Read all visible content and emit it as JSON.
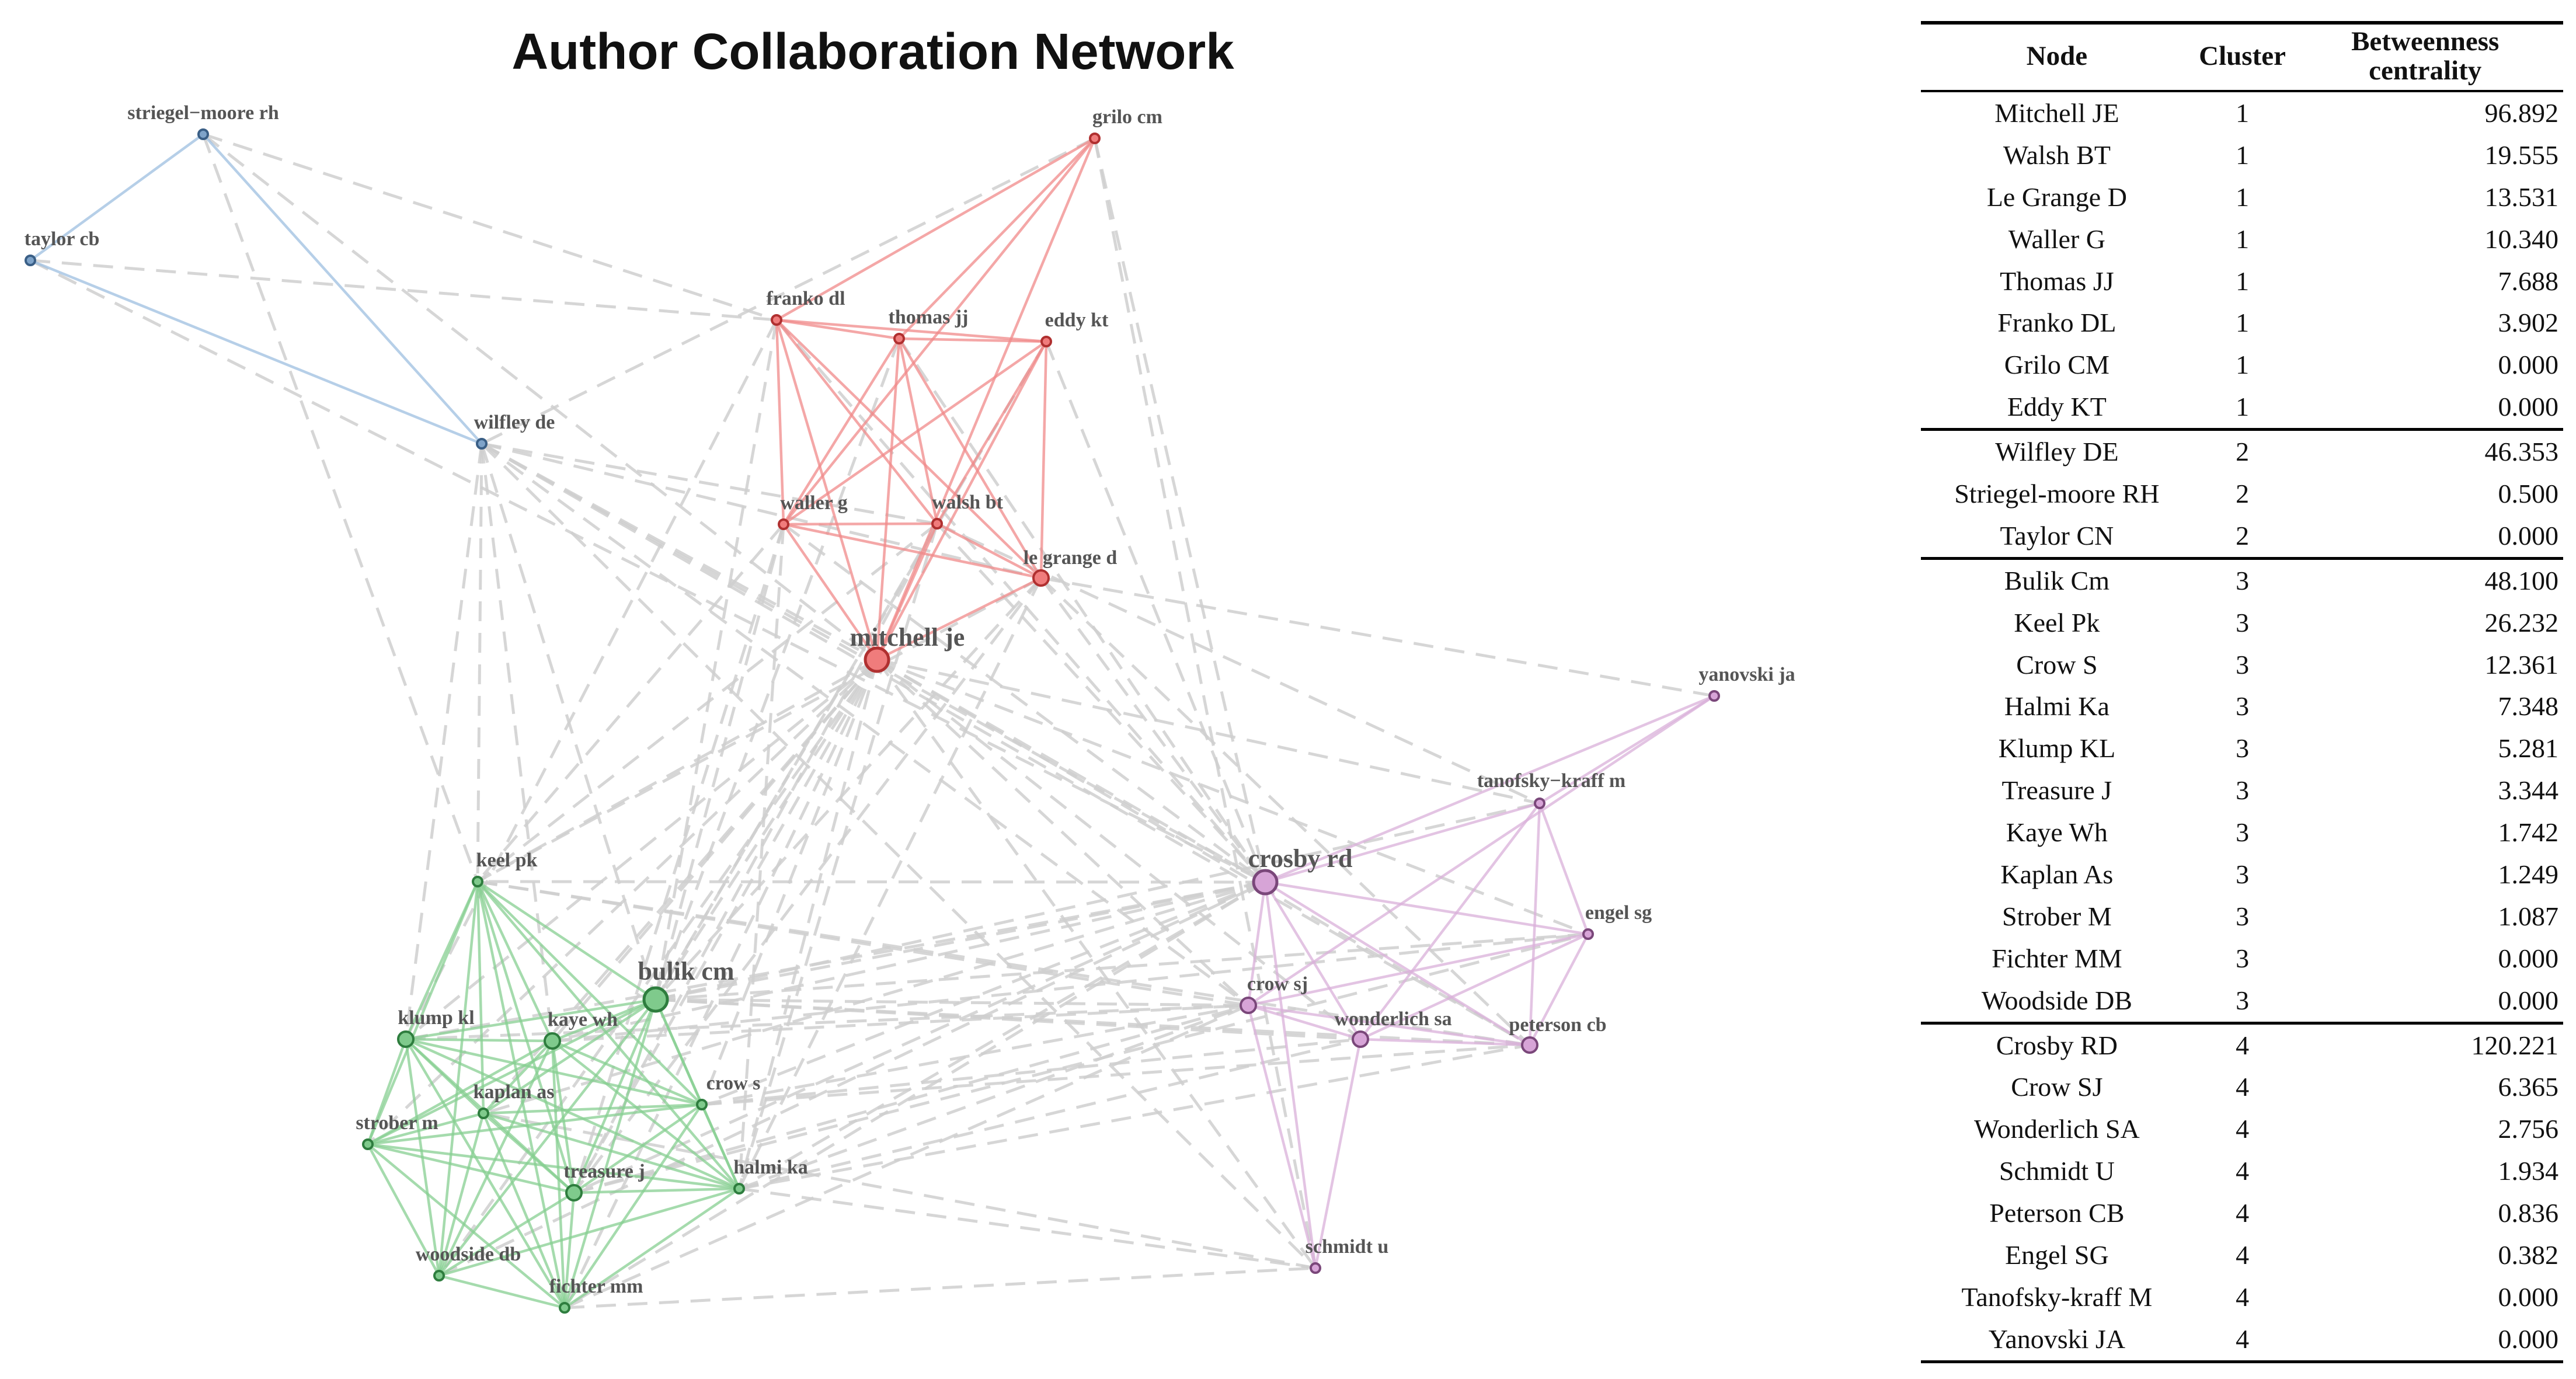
{
  "title": "Author Collaboration Network",
  "cluster_colors": {
    "1": {
      "node": "#f07c7c",
      "edge": "#f08a8a",
      "stroke": "#b03030"
    },
    "2": {
      "node": "#7ea3c9",
      "edge": "#9dbfe0",
      "stroke": "#3a5f86"
    },
    "3": {
      "node": "#7fca8c",
      "edge": "#87cf92",
      "stroke": "#2e7d3e"
    },
    "4": {
      "node": "#d7a4d7",
      "edge": "#d9b0d9",
      "stroke": "#7a477a"
    }
  },
  "nodes": [
    {
      "id": "striegel-moore rh",
      "label": "striegel−moore rh",
      "cluster": 2,
      "size": "small"
    },
    {
      "id": "taylor cb",
      "label": "taylor cb",
      "cluster": 2,
      "size": "small"
    },
    {
      "id": "wilfley de",
      "label": "wilfley de",
      "cluster": 2,
      "size": "small"
    },
    {
      "id": "grilo cm",
      "label": "grilo cm",
      "cluster": 1,
      "size": "small"
    },
    {
      "id": "franko dl",
      "label": "franko dl",
      "cluster": 1,
      "size": "small"
    },
    {
      "id": "thomas jj",
      "label": "thomas jj",
      "cluster": 1,
      "size": "small"
    },
    {
      "id": "eddy kt",
      "label": "eddy kt",
      "cluster": 1,
      "size": "small"
    },
    {
      "id": "waller g",
      "label": "waller g",
      "cluster": 1,
      "size": "small"
    },
    {
      "id": "walsh bt",
      "label": "walsh bt",
      "cluster": 1,
      "size": "small"
    },
    {
      "id": "le grange d",
      "label": "le grange d",
      "cluster": 1,
      "size": "medium"
    },
    {
      "id": "mitchell je",
      "label": "mitchell je",
      "cluster": 1,
      "size": "large"
    },
    {
      "id": "yanovski ja",
      "label": "yanovski ja",
      "cluster": 4,
      "size": "small"
    },
    {
      "id": "tanofsky-kraff m",
      "label": "tanofsky−kraff m",
      "cluster": 4,
      "size": "small"
    },
    {
      "id": "crosby rd",
      "label": "crosby rd",
      "cluster": 4,
      "size": "large"
    },
    {
      "id": "engel sg",
      "label": "engel sg",
      "cluster": 4,
      "size": "small"
    },
    {
      "id": "crow sj",
      "label": "crow sj",
      "cluster": 4,
      "size": "medium"
    },
    {
      "id": "wonderlich sa",
      "label": "wonderlich sa",
      "cluster": 4,
      "size": "medium"
    },
    {
      "id": "peterson cb",
      "label": "peterson cb",
      "cluster": 4,
      "size": "medium"
    },
    {
      "id": "schmidt u",
      "label": "schmidt u",
      "cluster": 4,
      "size": "small"
    },
    {
      "id": "keel pk",
      "label": "keel pk",
      "cluster": 3,
      "size": "small"
    },
    {
      "id": "bulik cm",
      "label": "bulik cm",
      "cluster": 3,
      "size": "large"
    },
    {
      "id": "klump kl",
      "label": "klump kl",
      "cluster": 3,
      "size": "medium"
    },
    {
      "id": "kaye wh",
      "label": "kaye wh",
      "cluster": 3,
      "size": "medium"
    },
    {
      "id": "kaplan as",
      "label": "kaplan as",
      "cluster": 3,
      "size": "small"
    },
    {
      "id": "crow s",
      "label": "crow s",
      "cluster": 3,
      "size": "small"
    },
    {
      "id": "strober m",
      "label": "strober m",
      "cluster": 3,
      "size": "small"
    },
    {
      "id": "treasure j",
      "label": "treasure j",
      "cluster": 3,
      "size": "medium"
    },
    {
      "id": "halmi ka",
      "label": "halmi ka",
      "cluster": 3,
      "size": "small"
    },
    {
      "id": "woodside db",
      "label": "woodside db",
      "cluster": 3,
      "size": "small"
    },
    {
      "id": "fichter mm",
      "label": "fichter mm",
      "cluster": 3,
      "size": "small"
    }
  ],
  "edges": [
    [
      "striegel-moore rh",
      "taylor cb"
    ],
    [
      "striegel-moore rh",
      "wilfley de"
    ],
    [
      "taylor cb",
      "wilfley de"
    ],
    [
      "mitchell je",
      "franko dl"
    ],
    [
      "mitchell je",
      "thomas jj"
    ],
    [
      "mitchell je",
      "eddy kt"
    ],
    [
      "mitchell je",
      "waller g"
    ],
    [
      "mitchell je",
      "walsh bt"
    ],
    [
      "mitchell je",
      "le grange d"
    ],
    [
      "franko dl",
      "thomas jj"
    ],
    [
      "franko dl",
      "eddy kt"
    ],
    [
      "franko dl",
      "waller g"
    ],
    [
      "franko dl",
      "walsh bt"
    ],
    [
      "franko dl",
      "le grange d"
    ],
    [
      "thomas jj",
      "eddy kt"
    ],
    [
      "thomas jj",
      "waller g"
    ],
    [
      "thomas jj",
      "walsh bt"
    ],
    [
      "thomas jj",
      "le grange d"
    ],
    [
      "eddy kt",
      "waller g"
    ],
    [
      "eddy kt",
      "walsh bt"
    ],
    [
      "eddy kt",
      "le grange d"
    ],
    [
      "waller g",
      "walsh bt"
    ],
    [
      "waller g",
      "le grange d"
    ],
    [
      "walsh bt",
      "le grange d"
    ],
    [
      "grilo cm",
      "waller g"
    ],
    [
      "grilo cm",
      "thomas jj"
    ],
    [
      "crosby rd",
      "tanofsky-kraff m"
    ],
    [
      "crosby rd",
      "yanovski ja"
    ],
    [
      "crosby rd",
      "engel sg"
    ],
    [
      "crosby rd",
      "crow sj"
    ],
    [
      "crosby rd",
      "wonderlich sa"
    ],
    [
      "crosby rd",
      "peterson cb"
    ],
    [
      "crosby rd",
      "schmidt u"
    ],
    [
      "tanofsky-kraff m",
      "yanovski ja"
    ],
    [
      "tanofsky-kraff m",
      "engel sg"
    ],
    [
      "tanofsky-kraff m",
      "wonderlich sa"
    ],
    [
      "tanofsky-kraff m",
      "peterson cb"
    ],
    [
      "engel sg",
      "crow sj"
    ],
    [
      "engel sg",
      "wonderlich sa"
    ],
    [
      "engel sg",
      "peterson cb"
    ],
    [
      "crow sj",
      "wonderlich sa"
    ],
    [
      "crow sj",
      "peterson cb"
    ],
    [
      "wonderlich sa",
      "peterson cb"
    ],
    [
      "wonderlich sa",
      "schmidt u"
    ],
    [
      "crow sj",
      "schmidt u"
    ],
    [
      "keel pk",
      "bulik cm"
    ],
    [
      "keel pk",
      "klump kl"
    ],
    [
      "keel pk",
      "kaye wh"
    ],
    [
      "keel pk",
      "kaplan as"
    ],
    [
      "keel pk",
      "crow s"
    ],
    [
      "keel pk",
      "strober m"
    ],
    [
      "keel pk",
      "treasure j"
    ],
    [
      "keel pk",
      "halmi ka"
    ],
    [
      "keel pk",
      "woodside db"
    ],
    [
      "keel pk",
      "fichter mm"
    ],
    [
      "bulik cm",
      "klump kl"
    ],
    [
      "bulik cm",
      "kaye wh"
    ],
    [
      "bulik cm",
      "kaplan as"
    ],
    [
      "bulik cm",
      "crow s"
    ],
    [
      "bulik cm",
      "strober m"
    ],
    [
      "bulik cm",
      "treasure j"
    ],
    [
      "bulik cm",
      "halmi ka"
    ],
    [
      "bulik cm",
      "woodside db"
    ],
    [
      "bulik cm",
      "fichter mm"
    ],
    [
      "klump kl",
      "kaye wh"
    ],
    [
      "klump kl",
      "kaplan as"
    ],
    [
      "klump kl",
      "crow s"
    ],
    [
      "klump kl",
      "strober m"
    ],
    [
      "klump kl",
      "treasure j"
    ],
    [
      "klump kl",
      "halmi ka"
    ],
    [
      "klump kl",
      "woodside db"
    ],
    [
      "klump kl",
      "fichter mm"
    ],
    [
      "kaye wh",
      "kaplan as"
    ],
    [
      "kaye wh",
      "crow s"
    ],
    [
      "kaye wh",
      "strober m"
    ],
    [
      "kaye wh",
      "treasure j"
    ],
    [
      "kaye wh",
      "halmi ka"
    ],
    [
      "kaye wh",
      "woodside db"
    ],
    [
      "kaye wh",
      "fichter mm"
    ],
    [
      "kaplan as",
      "crow s"
    ],
    [
      "kaplan as",
      "strober m"
    ],
    [
      "kaplan as",
      "treasure j"
    ],
    [
      "kaplan as",
      "halmi ka"
    ],
    [
      "kaplan as",
      "woodside db"
    ],
    [
      "kaplan as",
      "fichter mm"
    ],
    [
      "crow s",
      "treasure j"
    ],
    [
      "crow s",
      "halmi ka"
    ],
    [
      "crow s",
      "fichter mm"
    ],
    [
      "crow s",
      "strober m"
    ],
    [
      "strober m",
      "treasure j"
    ],
    [
      "strober m",
      "woodside db"
    ],
    [
      "strober m",
      "fichter mm"
    ],
    [
      "strober m",
      "halmi ka"
    ],
    [
      "treasure j",
      "halmi ka"
    ],
    [
      "treasure j",
      "woodside db"
    ],
    [
      "treasure j",
      "fichter mm"
    ],
    [
      "halmi ka",
      "fichter mm"
    ],
    [
      "halmi ka",
      "woodside db"
    ],
    [
      "woodside db",
      "fichter mm"
    ],
    [
      "striegel-moore rh",
      "mitchell je"
    ],
    [
      "striegel-moore rh",
      "keel pk"
    ],
    [
      "striegel-moore rh",
      "franko dl"
    ],
    [
      "taylor cb",
      "crosby rd"
    ],
    [
      "taylor cb",
      "franko dl"
    ],
    [
      "wilfley de",
      "mitchell je"
    ],
    [
      "wilfley de",
      "le grange d"
    ],
    [
      "wilfley de",
      "walsh bt"
    ],
    [
      "wilfley de",
      "keel pk"
    ],
    [
      "wilfley de",
      "bulik cm"
    ],
    [
      "wilfley de",
      "crosby rd"
    ],
    [
      "wilfley de",
      "crow sj"
    ],
    [
      "wilfley de",
      "peterson cb"
    ],
    [
      "wilfley de",
      "schmidt u"
    ],
    [
      "wilfley de",
      "klump kl"
    ],
    [
      "wilfley de",
      "kaye wh"
    ],
    [
      "grilo cm",
      "franko dl"
    ],
    [
      "grilo cm",
      "mitchell je"
    ],
    [
      "grilo cm",
      "crosby rd"
    ],
    [
      "grilo cm",
      "wilfley de"
    ],
    [
      "grilo cm",
      "schmidt u"
    ],
    [
      "mitchell je",
      "crosby rd"
    ],
    [
      "mitchell je",
      "wonderlich sa"
    ],
    [
      "mitchell je",
      "peterson cb"
    ],
    [
      "mitchell je",
      "crow sj"
    ],
    [
      "mitchell je",
      "engel sg"
    ],
    [
      "mitchell je",
      "tanofsky-kraff m"
    ],
    [
      "mitchell je",
      "bulik cm"
    ],
    [
      "mitchell je",
      "keel pk"
    ],
    [
      "mitchell je",
      "klump kl"
    ],
    [
      "mitchell je",
      "kaye wh"
    ],
    [
      "mitchell je",
      "treasure j"
    ],
    [
      "mitchell je",
      "halmi ka"
    ],
    [
      "mitchell je",
      "crow s"
    ],
    [
      "mitchell je",
      "kaplan as"
    ],
    [
      "mitchell je",
      "strober m"
    ],
    [
      "mitchell je",
      "woodside db"
    ],
    [
      "mitchell je",
      "fichter mm"
    ],
    [
      "mitchell je",
      "schmidt u"
    ],
    [
      "le grange d",
      "yanovski ja"
    ],
    [
      "le grange d",
      "crosby rd"
    ],
    [
      "le grange d",
      "peterson cb"
    ],
    [
      "le grange d",
      "bulik cm"
    ],
    [
      "le grange d",
      "keel pk"
    ],
    [
      "le grange d",
      "halmi ka"
    ],
    [
      "le grange d",
      "treasure j"
    ],
    [
      "walsh bt",
      "crosby rd"
    ],
    [
      "walsh bt",
      "bulik cm"
    ],
    [
      "walsh bt",
      "halmi ka"
    ],
    [
      "walsh bt",
      "treasure j"
    ],
    [
      "walsh bt",
      "keel pk"
    ],
    [
      "walsh bt",
      "tanofsky-kraff m"
    ],
    [
      "waller g",
      "bulik cm"
    ],
    [
      "waller g",
      "crosby rd"
    ],
    [
      "waller g",
      "treasure j"
    ],
    [
      "waller g",
      "halmi ka"
    ],
    [
      "waller g",
      "keel pk"
    ],
    [
      "franko dl",
      "bulik cm"
    ],
    [
      "franko dl",
      "crosby rd"
    ],
    [
      "franko dl",
      "klump kl"
    ],
    [
      "thomas jj",
      "bulik cm"
    ],
    [
      "thomas jj",
      "crosby rd"
    ],
    [
      "eddy kt",
      "crosby rd"
    ],
    [
      "eddy kt",
      "bulik cm"
    ],
    [
      "bulik cm",
      "crosby rd"
    ],
    [
      "bulik cm",
      "crow sj"
    ],
    [
      "bulik cm",
      "wonderlich sa"
    ],
    [
      "bulik cm",
      "peterson cb"
    ],
    [
      "bulik cm",
      "engel sg"
    ],
    [
      "bulik cm",
      "tanofsky-kraff m"
    ],
    [
      "crosby rd",
      "keel pk"
    ],
    [
      "crosby rd",
      "klump kl"
    ],
    [
      "crosby rd",
      "kaye wh"
    ],
    [
      "crosby rd",
      "treasure j"
    ],
    [
      "crosby rd",
      "halmi ka"
    ],
    [
      "crosby rd",
      "crow s"
    ],
    [
      "crosby rd",
      "kaplan as"
    ],
    [
      "crosby rd",
      "fichter mm"
    ],
    [
      "halmi ka",
      "crow sj"
    ],
    [
      "halmi ka",
      "peterson cb"
    ],
    [
      "halmi ka",
      "wonderlich sa"
    ],
    [
      "halmi ka",
      "schmidt u"
    ],
    [
      "treasure j",
      "crow sj"
    ],
    [
      "treasure j",
      "engel sg"
    ],
    [
      "crow s",
      "crow sj"
    ],
    [
      "crow s",
      "wonderlich sa"
    ],
    [
      "crow s",
      "peterson cb"
    ],
    [
      "kaye wh",
      "crow sj"
    ],
    [
      "kaye wh",
      "engel sg"
    ],
    [
      "klump kl",
      "crow sj"
    ],
    [
      "keel pk",
      "crow sj"
    ],
    [
      "keel pk",
      "peterson cb"
    ],
    [
      "woodside db",
      "crosby rd"
    ],
    [
      "fichter mm",
      "schmidt u"
    ],
    [
      "fichter mm",
      "crow sj"
    ],
    [
      "schmidt u",
      "kaplan as"
    ],
    [
      "yanovski ja",
      "crow sj"
    ]
  ],
  "table": {
    "headers": {
      "node": "Node",
      "cluster": "Cluster",
      "betweenness_line1": "Betweenness",
      "betweenness_line2": "centrality"
    },
    "groups": [
      [
        {
          "node": "Mitchell JE",
          "cluster": "1",
          "bc": "96.892"
        },
        {
          "node": "Walsh BT",
          "cluster": "1",
          "bc": "19.555"
        },
        {
          "node": "Le Grange D",
          "cluster": "1",
          "bc": "13.531"
        },
        {
          "node": "Waller G",
          "cluster": "1",
          "bc": "10.340"
        },
        {
          "node": "Thomas JJ",
          "cluster": "1",
          "bc": "7.688"
        },
        {
          "node": "Franko DL",
          "cluster": "1",
          "bc": "3.902"
        },
        {
          "node": "Grilo CM",
          "cluster": "1",
          "bc": "0.000"
        },
        {
          "node": "Eddy KT",
          "cluster": "1",
          "bc": "0.000"
        }
      ],
      [
        {
          "node": "Wilfley DE",
          "cluster": "2",
          "bc": "46.353"
        },
        {
          "node": "Striegel-moore RH",
          "cluster": "2",
          "bc": "0.500"
        },
        {
          "node": "Taylor CN",
          "cluster": "2",
          "bc": "0.000"
        }
      ],
      [
        {
          "node": "Bulik Cm",
          "cluster": "3",
          "bc": "48.100"
        },
        {
          "node": "Keel Pk",
          "cluster": "3",
          "bc": "26.232"
        },
        {
          "node": "Crow S",
          "cluster": "3",
          "bc": "12.361"
        },
        {
          "node": "Halmi Ka",
          "cluster": "3",
          "bc": "7.348"
        },
        {
          "node": "Klump KL",
          "cluster": "3",
          "bc": "5.281"
        },
        {
          "node": "Treasure J",
          "cluster": "3",
          "bc": "3.344"
        },
        {
          "node": "Kaye Wh",
          "cluster": "3",
          "bc": "1.742"
        },
        {
          "node": "Kaplan As",
          "cluster": "3",
          "bc": "1.249"
        },
        {
          "node": "Strober M",
          "cluster": "3",
          "bc": "1.087"
        },
        {
          "node": "Fichter MM",
          "cluster": "3",
          "bc": "0.000"
        },
        {
          "node": "Woodside DB",
          "cluster": "3",
          "bc": "0.000"
        }
      ],
      [
        {
          "node": "Crosby RD",
          "cluster": "4",
          "bc": "120.221"
        },
        {
          "node": "Crow SJ",
          "cluster": "4",
          "bc": "6.365"
        },
        {
          "node": "Wonderlich SA",
          "cluster": "4",
          "bc": "2.756"
        },
        {
          "node": "Schmidt U",
          "cluster": "4",
          "bc": "1.934"
        },
        {
          "node": "Peterson CB",
          "cluster": "4",
          "bc": "0.836"
        },
        {
          "node": "Engel SG",
          "cluster": "4",
          "bc": "0.382"
        },
        {
          "node": "Tanofsky-kraff M",
          "cluster": "4",
          "bc": "0.000"
        },
        {
          "node": "Yanovski JA",
          "cluster": "4",
          "bc": "0.000"
        }
      ]
    ]
  }
}
